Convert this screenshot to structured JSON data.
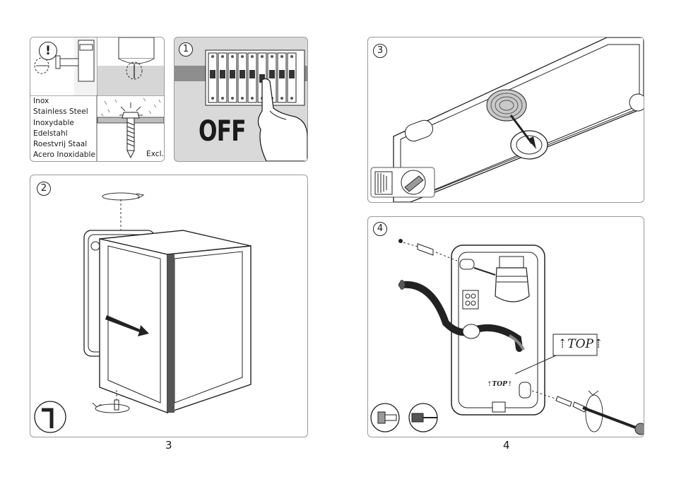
{
  "materials_panel": {
    "warning_symbol": "!",
    "materials": [
      "Inox",
      "Stainless Steel",
      "Inoxydable",
      "Edelstahl",
      "Roestvrij Staal",
      "Acero Inoxidable"
    ],
    "excluded_label": "Excl."
  },
  "step1": {
    "number": "1",
    "label": "OFF"
  },
  "step2": {
    "number": "2"
  },
  "step3": {
    "number": "3"
  },
  "step4": {
    "number": "4",
    "label_large": "⇡TOP⇡",
    "label_small": "⇡TOP⇡"
  },
  "page_numbers": {
    "left": "3",
    "right": "4"
  },
  "icons": [
    "warning-icon",
    "screw-icon",
    "circuit-breaker-icon",
    "hand-icon",
    "allen-key-icon",
    "cable-gland-icon",
    "knife-icon",
    "wall-plug-icon",
    "screwdriver-icon"
  ]
}
